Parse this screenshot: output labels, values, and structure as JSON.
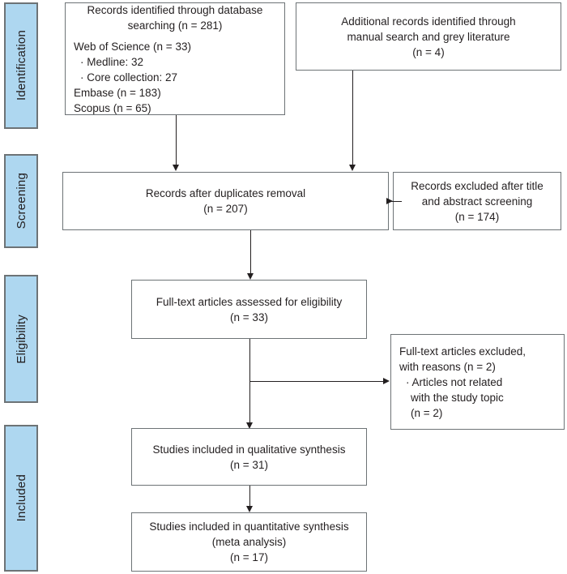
{
  "diagram": {
    "type": "prisma-flow-diagram",
    "colors": {
      "stage_fill": "#aed7f0",
      "stage_border": "#6d7376",
      "box_border": "#6d7376",
      "text": "#231f20",
      "connector": "#231f20"
    },
    "stages": [
      {
        "id": "identification",
        "label": "Identification"
      },
      {
        "id": "screening",
        "label": "Screening"
      },
      {
        "id": "eligibility",
        "label": "Eligibility"
      },
      {
        "id": "included",
        "label": "Included"
      }
    ],
    "boxes": {
      "database_search": {
        "title_line_1": "Records identified through database",
        "title_line_2": "searching (n = 281)",
        "source_1": "Web of Science (n = 33)",
        "source_1_sub_1": "· Medline: 32",
        "source_1_sub_2": "· Core collection: 27",
        "source_2": "Embase (n = 183)",
        "source_3": "Scopus (n = 65)"
      },
      "manual_search": {
        "line_1": "Additional records identified through",
        "line_2": "manual search and grey literature",
        "line_3": "(n = 4)"
      },
      "duplicates_removed": {
        "line_1": "Records after duplicates removal",
        "line_2": "(n = 207)"
      },
      "excluded_title_abstract": {
        "line_1": "Records excluded after title",
        "line_2": "and abstract screening",
        "line_3": "(n = 174)"
      },
      "full_text_assessed": {
        "line_1": "Full-text articles assessed for eligibility",
        "line_2": "(n = 33)"
      },
      "full_text_excluded": {
        "line_1": "Full-text articles excluded,",
        "line_2": "with reasons (n = 2)",
        "line_3": "· Articles not related",
        "line_4": "with the study topic",
        "line_5": "(n = 2)"
      },
      "qualitative_synthesis": {
        "line_1": "Studies included in qualitative synthesis",
        "line_2": "(n = 31)"
      },
      "quantitative_synthesis": {
        "line_1": "Studies included in quantitative synthesis",
        "line_2": "(meta analysis)",
        "line_3": "(n = 17)"
      }
    },
    "counts": {
      "records_identified_database": 281,
      "web_of_science": 33,
      "medline": 32,
      "core_collection": 27,
      "embase": 183,
      "scopus": 65,
      "additional_records_manual": 4,
      "after_duplicates_removal": 207,
      "excluded_title_abstract": 174,
      "full_text_assessed": 33,
      "full_text_excluded": 2,
      "excluded_not_related_topic": 2,
      "qualitative_synthesis": 31,
      "quantitative_synthesis": 17
    }
  }
}
